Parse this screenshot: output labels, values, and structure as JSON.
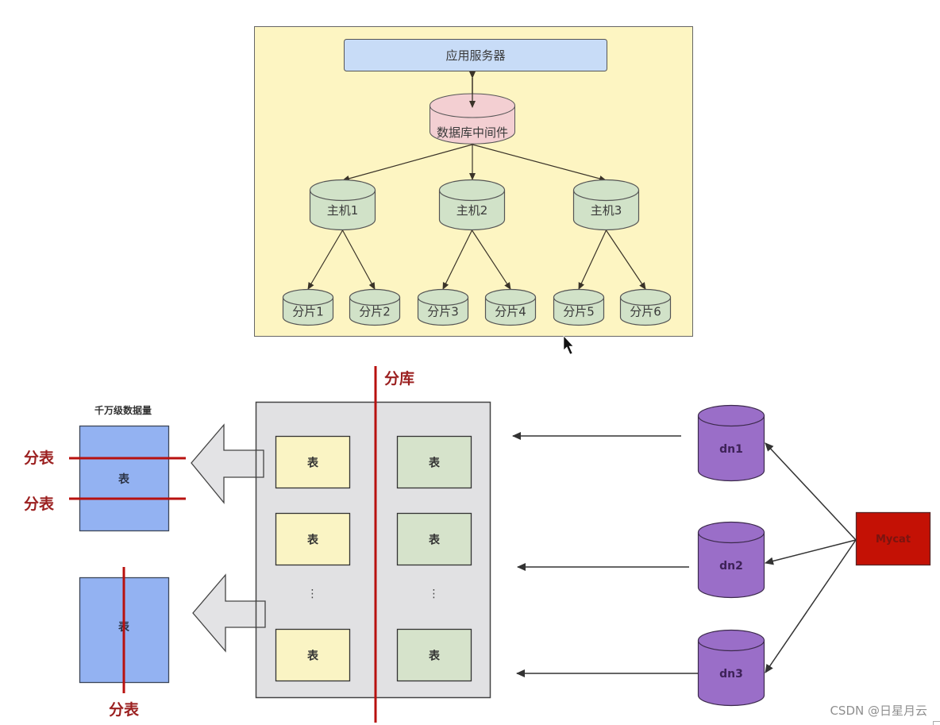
{
  "colors": {
    "panel_bg": "#fdf5c2",
    "app_server_fill": "#c8dcf7",
    "middleware_fill": "#f3cfd2",
    "host_fill": "#d1e2c8",
    "shard_fill": "#d1e2c8",
    "container_fill": "#e1e1e3",
    "table_left_fill": "#faf4c4",
    "table_right_fill": "#d6e3cb",
    "big_table_fill": "#93b2f2",
    "split_red": "#b8110f",
    "split_label": "#9b1f1f",
    "dn_fill": "#9a6ec8",
    "dn_text": "#3e2258",
    "mycat_fill": "#c41105",
    "mycat_text": "#7a1410"
  },
  "top_diagram": {
    "app_server": "应用服务器",
    "middleware": "数据库中间件",
    "hosts": [
      {
        "label": "主机1",
        "shards": [
          "分片1",
          "分片2"
        ]
      },
      {
        "label": "主机2",
        "shards": [
          "分片3",
          "分片4"
        ]
      },
      {
        "label": "主机3",
        "shards": [
          "分片5",
          "分片6"
        ]
      }
    ]
  },
  "bottom_diagram": {
    "vertical_split_label": "分库",
    "big_table_caption": "千万级数据量",
    "horizontal_table": {
      "label": "表",
      "split_labels": [
        "分表",
        "分表"
      ]
    },
    "vertical_table": {
      "label": "表",
      "split_label": "分表"
    },
    "left_column_tables": [
      "表",
      "表",
      "⋮",
      "表"
    ],
    "right_column_tables": [
      "表",
      "表",
      "⋮",
      "表"
    ],
    "data_nodes": [
      "dn1",
      "dn2",
      "dn3"
    ],
    "mycat": "Mycat"
  },
  "watermark": "CSDN @日星月云"
}
